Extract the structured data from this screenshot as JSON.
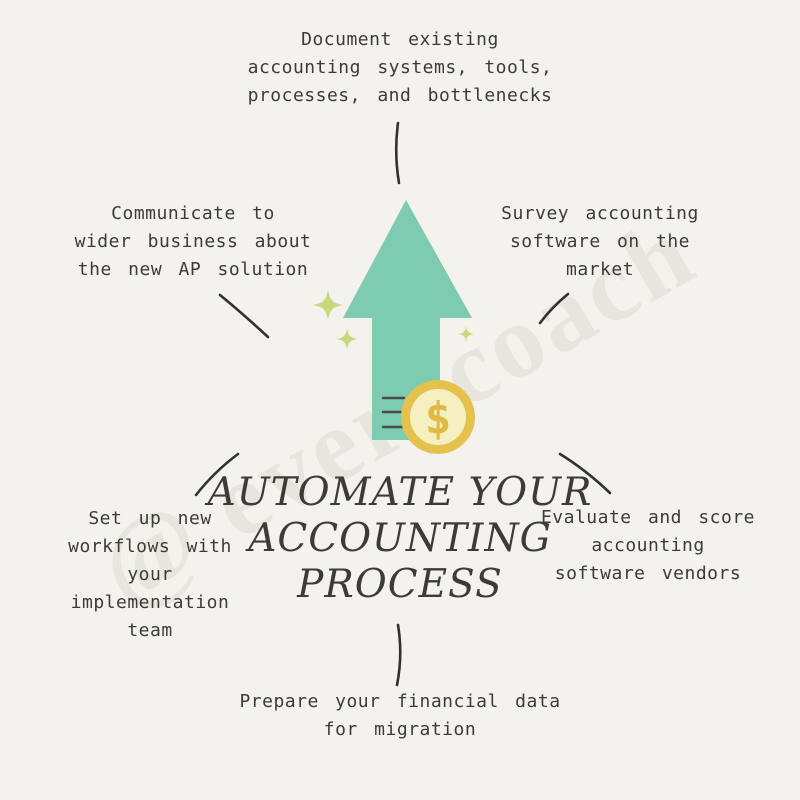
{
  "colors": {
    "bg": "#f4f2ed",
    "ink": "#3d3b38",
    "stroke": "#33312e",
    "watermark": "#e8e5de",
    "arrow": "#7dcbb1",
    "sparkle": "#c9d77d",
    "coinRing": "#e5c24d",
    "coinFace": "#f6efbf",
    "coinSymbol": "#dfba45",
    "shaftLine": "#4b4a46"
  },
  "watermark": {
    "text": "@ everycoach"
  },
  "title": {
    "lines": [
      "AUTOMATE YOUR",
      "ACCOUNTING",
      "PROCESS"
    ]
  },
  "center_icon": {
    "name": "growth-arrow-with-dollar-coin",
    "coin_symbol": "$"
  },
  "steps": [
    {
      "id": "document-systems",
      "position": "top",
      "lines": [
        "Document existing",
        "accounting systems, tools,",
        "processes, and bottlenecks"
      ]
    },
    {
      "id": "survey-software",
      "position": "upper-right",
      "lines": [
        "Survey accounting",
        "software on the",
        "market"
      ]
    },
    {
      "id": "evaluate-vendors",
      "position": "lower-right",
      "lines": [
        "Evaluate and score",
        "accounting",
        "software vendors"
      ]
    },
    {
      "id": "prepare-data",
      "position": "bottom",
      "lines": [
        "Prepare your financial data",
        "for migration"
      ]
    },
    {
      "id": "setup-workflows",
      "position": "lower-left",
      "lines": [
        "Set up new",
        "workflows with",
        "your",
        "implementation",
        "team"
      ]
    },
    {
      "id": "communicate-solution",
      "position": "upper-left",
      "lines": [
        "Communicate to",
        "wider business about",
        "the new AP solution"
      ]
    }
  ]
}
